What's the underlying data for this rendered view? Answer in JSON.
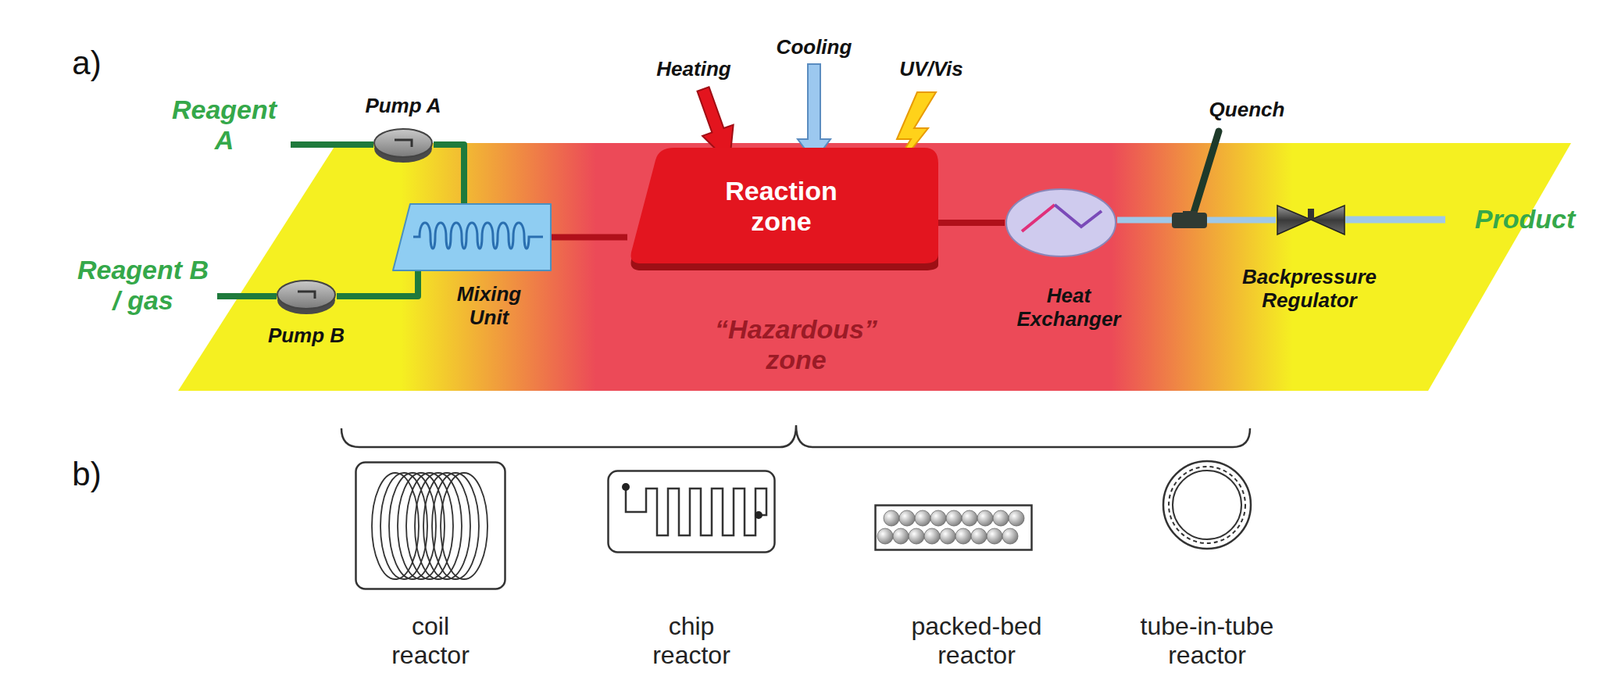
{
  "diagram": {
    "nodes": [
      {
        "text": [
          "Pump A"
        ]
      },
      {
        "text": [
          "Pump B"
        ]
      },
      {
        "text": [
          "Mixing Unit"
        ]
      },
      {
        "text": [
          "Reaction zone"
        ]
      },
      {
        "text": [
          "Heat Exchanger"
        ]
      },
      {
        "text": [
          "Quench"
        ]
      },
      {
        "text": [
          "Backpressure Regulator"
        ]
      },
      {
        "text": [
          "coil reactor"
        ]
      },
      {
        "text": [
          "chip reactor"
        ]
      },
      {
        "text": [
          "packed-bed reactor"
        ]
      },
      {
        "text": [
          "tube-in-tube reactor"
        ]
      }
    ],
    "edges": [
      {
        "from": 0,
        "to": 2,
        "arrow": "none"
      },
      {
        "from": 1,
        "to": 2,
        "arrow": "none"
      },
      {
        "from": 2,
        "to": 3,
        "arrow": "none"
      },
      {
        "from": 3,
        "to": 4,
        "arrow": "none"
      },
      {
        "from": 4,
        "to": 5,
        "arrow": "none"
      },
      {
        "from": 5,
        "to": 6,
        "arrow": "none"
      }
    ],
    "labels": [
      "a)",
      "Reagent A",
      "Reagent B / gas",
      "Heating",
      "Cooling",
      "UV/Vis",
      "“Hazardous” zone",
      "Product",
      "b)"
    ]
  }
}
